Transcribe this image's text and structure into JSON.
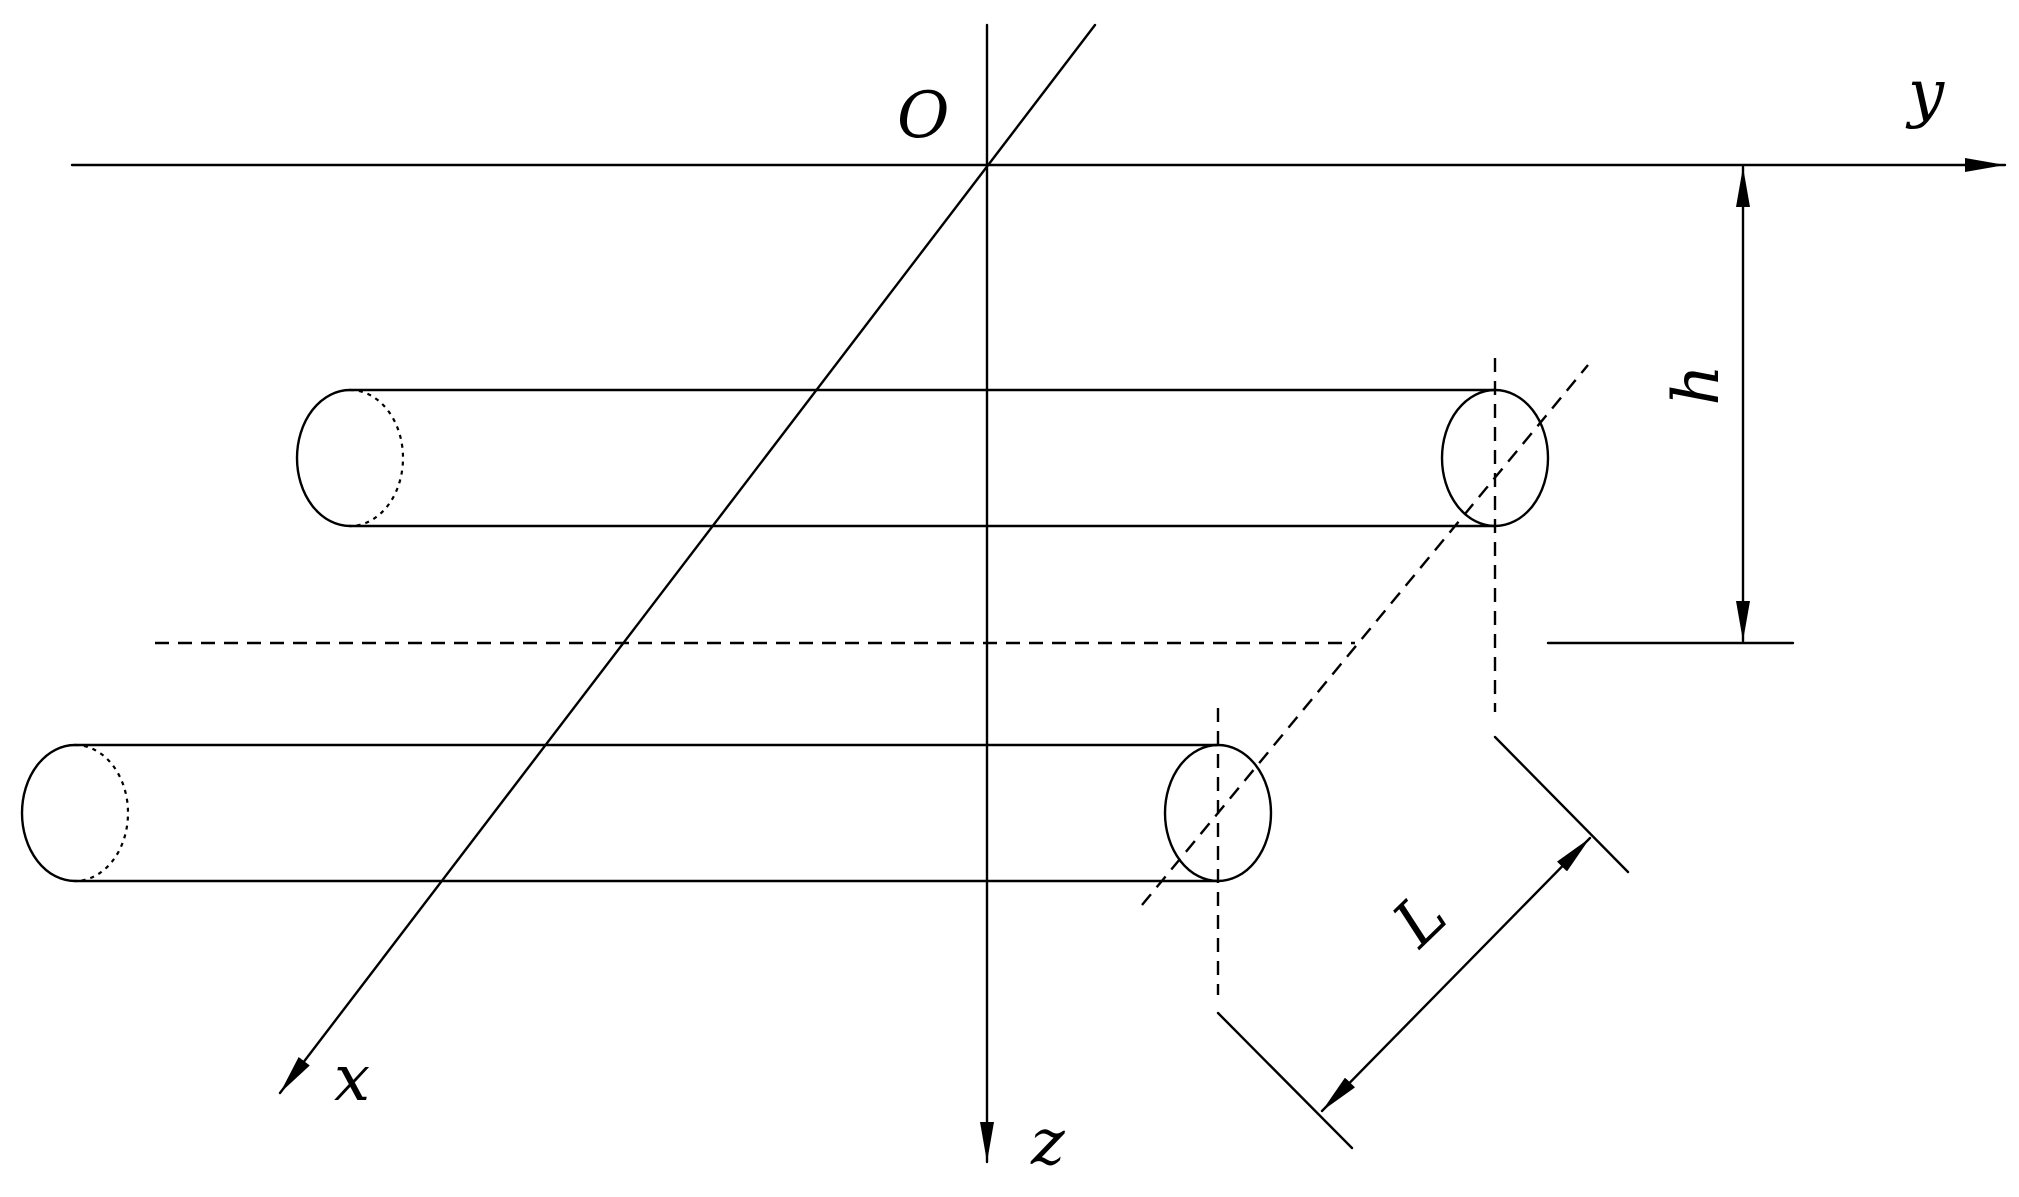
{
  "labels": {
    "origin": "O",
    "x_axis": "x",
    "y_axis": "y",
    "z_axis": "z",
    "height": "h",
    "spacing": "L"
  },
  "colors": {
    "line": "#000000",
    "background": "#ffffff"
  }
}
